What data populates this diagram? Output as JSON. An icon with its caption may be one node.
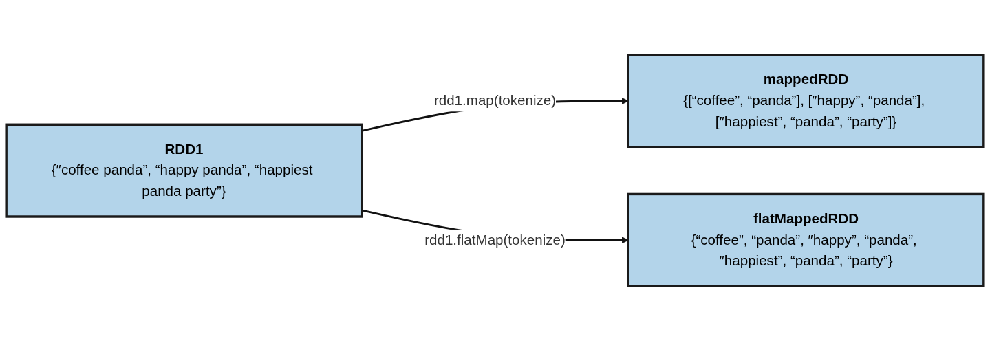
{
  "diagram": {
    "nodes": [
      {
        "text": [
          "RDD1",
          "{″coffee panda”, “happy panda”, “happiest panda party”}"
        ]
      },
      {
        "text": [
          "mappedRDD",
          "{[“coffee”, “panda”], [″happy”, “panda”], [″happiest”, “panda”, “party”]}"
        ]
      },
      {
        "text": [
          "flatMappedRDD",
          "{“coffee”, “panda”, ″happy”, “panda”, ″happiest”, “panda”, “party”}"
        ]
      }
    ],
    "edges": [
      {
        "from": 0,
        "to": 1,
        "arrow": "to",
        "label": "rdd1.map(tokenize)"
      },
      {
        "from": 0,
        "to": 2,
        "arrow": "to",
        "label": "rdd1.flatMap(tokenize)"
      }
    ]
  }
}
